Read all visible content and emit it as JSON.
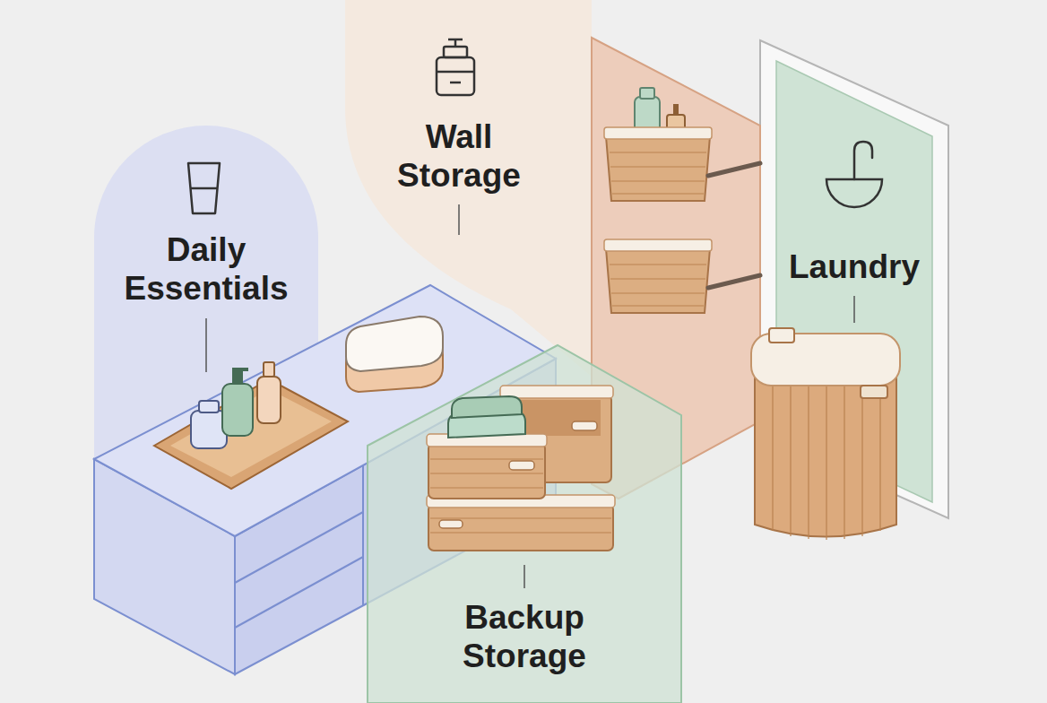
{
  "diagram": {
    "nodes": [
      {
        "text": [
          "Daily Essentials"
        ]
      },
      {
        "text": [
          "Wall Storage"
        ]
      },
      {
        "text": [
          "Laundry"
        ]
      },
      {
        "text": [
          "Backup Storage"
        ]
      }
    ]
  }
}
